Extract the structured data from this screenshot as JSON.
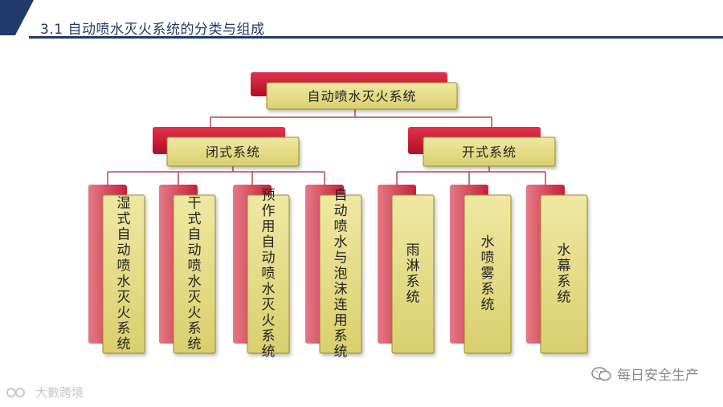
{
  "header": {
    "title": "3.1 自动喷水灭火系统的分类与组成"
  },
  "diagram": {
    "root": "自动喷水灭火系统",
    "branches": [
      {
        "label": "闭式系统",
        "children": [
          "湿式自动喷水灭火系统",
          "干式自动喷水灭火系统",
          "预作用自动喷水灭火系统",
          "自动喷水与泡沫连用系统"
        ]
      },
      {
        "label": "开式系统",
        "children": [
          "雨淋系统",
          "水喷雾系统",
          "水幕系统"
        ]
      }
    ]
  },
  "colors": {
    "red_back": "#c8102e",
    "yellow_front": "#e6df8c",
    "yellow_border": "#9c8a2a",
    "connector": "#c04050",
    "header_blue": "#1f3a6b"
  },
  "watermarks": {
    "right_text": "每日安全生产",
    "left_text": "大數跨境"
  }
}
